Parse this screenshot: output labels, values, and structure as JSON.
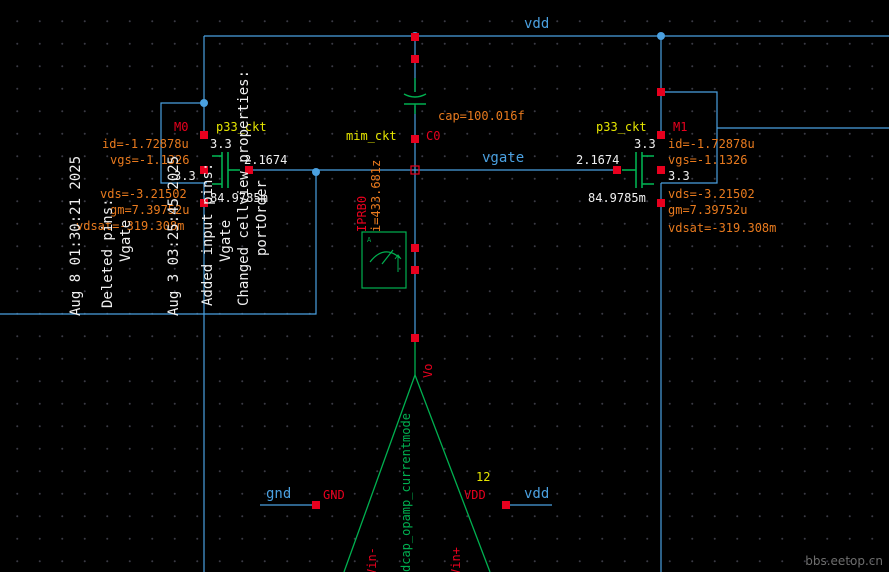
{
  "colors": {
    "wire": "#4aa0e0",
    "pin": "#e8001e",
    "device": "#00b050",
    "label_orange": "#e87a1e",
    "label_yellow": "#e6e600",
    "label_red": "#e8001e",
    "note_white": "#f0f0f0",
    "background": "#000000"
  },
  "nets": {
    "vdd_top": "vdd",
    "vgate": "vgate",
    "gnd": "gnd",
    "vdd_right": "vdd"
  },
  "m0": {
    "name": "M0",
    "model": "p33_ckt",
    "width": "3.3",
    "width2": "3.3",
    "vg": "2.1674",
    "vd": "84.9785m",
    "id": "id=-1.72878u",
    "vgs": "vgs=-1.1326",
    "vds": "vds=-3.21502",
    "gm": "gm=7.39752u",
    "vdsat": "vdsat=-319.308m"
  },
  "m1": {
    "name": "M1",
    "model": "p33_ckt",
    "width": "3.3",
    "width2": "3.3",
    "vg": "2.1674",
    "vd": "84.9785m",
    "id": "id=-1.72878u",
    "vgs": "vgs=-1.1326",
    "vds": "vds=-3.21502",
    "gm": "gm=7.39752u",
    "vdsat": "vdsat=-319.308m"
  },
  "c0": {
    "name": "C0",
    "model": "mim_ckt",
    "cap": "cap=100.016f"
  },
  "probe": {
    "name": "IPRB0",
    "current": "i=433.681z"
  },
  "opamp": {
    "name": "dcap_opamp_currentmode",
    "out_pin": "Vo",
    "gnd_pin": "GND",
    "vdd_pin": "VDD",
    "inm_pin": "Vin-",
    "inp_pin": "Vin+",
    "bus_width": "12"
  },
  "notes": {
    "n1": "Aug  8 01:30:21 2025",
    "n2": "Deleted pins:",
    "n3": "Vgate",
    "n4": "Aug  3 03:25:45 2025",
    "n5": "Added input pins:",
    "n6": "Vgate",
    "n7": "Changed cellview properties:",
    "n8": "portOrder"
  },
  "watermark": "bbs.eetop.cn"
}
